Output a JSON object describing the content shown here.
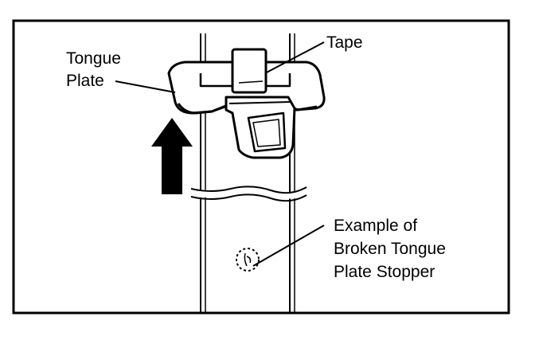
{
  "labels": {
    "tongue_plate_line1": "Tongue",
    "tongue_plate_line2": "Plate",
    "tape": "Tape",
    "stopper_line1": "Example of",
    "stopper_line2": "Broken Tongue",
    "stopper_line3": "Plate Stopper"
  },
  "colors": {
    "ink": "#000000",
    "paper": "#ffffff"
  }
}
